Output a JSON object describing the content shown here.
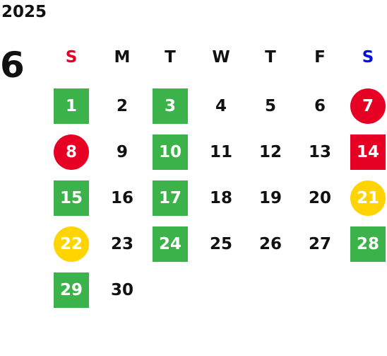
{
  "year": "2025",
  "month": "6",
  "weekdays": [
    {
      "label": "S",
      "color": "#e60024"
    },
    {
      "label": "M",
      "color": "#111111"
    },
    {
      "label": "T",
      "color": "#111111"
    },
    {
      "label": "W",
      "color": "#111111"
    },
    {
      "label": "T",
      "color": "#111111"
    },
    {
      "label": "F",
      "color": "#111111"
    },
    {
      "label": "S",
      "color": "#0010e0"
    }
  ],
  "start_weekday": 0,
  "days": [
    {
      "day": "1",
      "mark": "green"
    },
    {
      "day": "2",
      "mark": "none"
    },
    {
      "day": "3",
      "mark": "green"
    },
    {
      "day": "4",
      "mark": "none"
    },
    {
      "day": "5",
      "mark": "none"
    },
    {
      "day": "6",
      "mark": "none"
    },
    {
      "day": "7",
      "mark": "redcircle"
    },
    {
      "day": "8",
      "mark": "redcircle"
    },
    {
      "day": "9",
      "mark": "none"
    },
    {
      "day": "10",
      "mark": "green"
    },
    {
      "day": "11",
      "mark": "none"
    },
    {
      "day": "12",
      "mark": "none"
    },
    {
      "day": "13",
      "mark": "none"
    },
    {
      "day": "14",
      "mark": "redsq"
    },
    {
      "day": "15",
      "mark": "green"
    },
    {
      "day": "16",
      "mark": "none"
    },
    {
      "day": "17",
      "mark": "green"
    },
    {
      "day": "18",
      "mark": "none"
    },
    {
      "day": "19",
      "mark": "none"
    },
    {
      "day": "20",
      "mark": "none"
    },
    {
      "day": "21",
      "mark": "yellowcircle"
    },
    {
      "day": "22",
      "mark": "yellowcircle"
    },
    {
      "day": "23",
      "mark": "none"
    },
    {
      "day": "24",
      "mark": "green"
    },
    {
      "day": "25",
      "mark": "none"
    },
    {
      "day": "26",
      "mark": "none"
    },
    {
      "day": "27",
      "mark": "none"
    },
    {
      "day": "28",
      "mark": "green"
    },
    {
      "day": "29",
      "mark": "green"
    },
    {
      "day": "30",
      "mark": "none"
    }
  ],
  "colors": {
    "green": "#3bb34a",
    "red": "#e60024",
    "yellow": "#ffd400"
  }
}
